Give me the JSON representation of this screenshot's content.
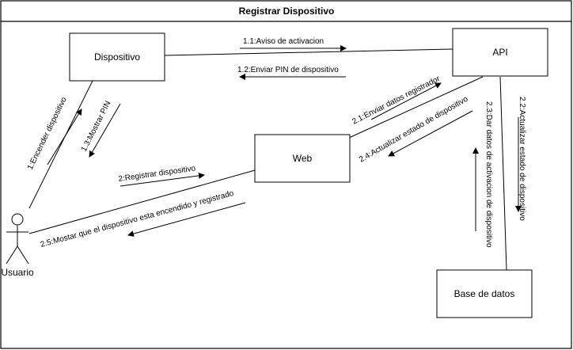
{
  "frame": {
    "title": "Registrar Dispositivo"
  },
  "actors": {
    "usuario": "Usuario"
  },
  "objects": {
    "dispositivo": "Dispositivo",
    "api": "API",
    "web": "Web",
    "base_de_datos": "Base de datos"
  },
  "messages": {
    "m1": "1:Encender dispositivo",
    "m1_1": "1.1:Aviso de activacion",
    "m1_2": "1.2:Enviar PIN de dispositivo",
    "m1_3": "1.3:Mostrar PIN",
    "m2": "2:Registrar dispositivo",
    "m2_1": "2.1:Enviar datos registrador",
    "m2_2": "2.2:Actualizar estado de dispositivo",
    "m2_3": "2.3:Dar datos de activacion de dispositivo",
    "m2_4": "2.4:Actualizar estado de dispositivo",
    "m2_5": "2.5:Mostar que el dispositivo esta encendido y registrado"
  }
}
